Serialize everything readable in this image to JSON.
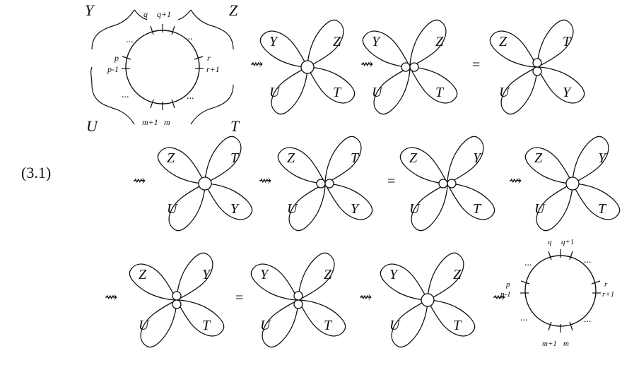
{
  "equation_label": "(3.1)",
  "symbols": {
    "squig": "⇝",
    "eq": "="
  },
  "circle_labels": {
    "q": "q",
    "q1": "q+1",
    "p": "p",
    "pm1": "p-1",
    "r": "r",
    "r1": "r+1",
    "m1": "m+1",
    "m": "m",
    "dots": "..."
  },
  "big_letters": {
    "Y": "Y",
    "Z": "Z",
    "U": "U",
    "T": "T"
  },
  "flowers": [
    {
      "id": "f1",
      "labels": [
        "Y",
        "Z",
        "U",
        "T"
      ],
      "center": "single"
    },
    {
      "id": "f2",
      "labels": [
        "Y",
        "Z",
        "U",
        "T"
      ],
      "center": "horizontal-pair"
    },
    {
      "id": "f3",
      "labels": [
        "Z",
        "T",
        "U",
        "Y"
      ],
      "center": "vertical-pair"
    },
    {
      "id": "f4",
      "labels": [
        "Z",
        "T",
        "U",
        "Y"
      ],
      "center": "single"
    },
    {
      "id": "f5",
      "labels": [
        "Z",
        "T",
        "U",
        "Y"
      ],
      "center": "horizontal-pair"
    },
    {
      "id": "f6",
      "labels": [
        "Z",
        "Y",
        "U",
        "T"
      ],
      "center": "horizontal-pair"
    },
    {
      "id": "f7",
      "labels": [
        "Z",
        "Y",
        "U",
        "T"
      ],
      "center": "single"
    },
    {
      "id": "f8",
      "labels": [
        "Z",
        "Y",
        "U",
        "T"
      ],
      "center": "vertical-pair"
    },
    {
      "id": "f9",
      "labels": [
        "Y",
        "Z",
        "U",
        "T"
      ],
      "center": "vertical-pair"
    },
    {
      "id": "f10",
      "labels": [
        "Y",
        "Z",
        "U",
        "T"
      ],
      "center": "single"
    }
  ]
}
